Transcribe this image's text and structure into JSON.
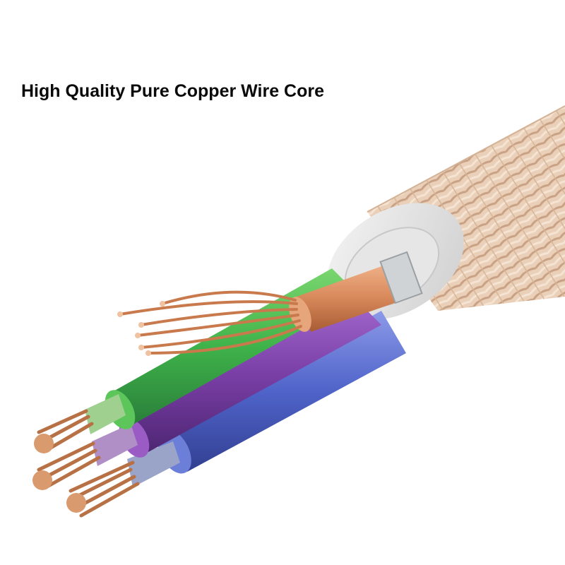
{
  "headline": "High Quality Pure Copper Wire Core",
  "colors": {
    "background": "#ffffff",
    "text": "#0a0a0a",
    "braid": "#e8c9b0",
    "braid_dark": "#cda58a",
    "inner_ring": "#dcdcdc",
    "core_copper": "#d98a5c",
    "wire_green": "#3fb34a",
    "wire_purple": "#7a3fa6",
    "wire_blue": "#4f63c9",
    "copper_strand": "#c97a4c"
  },
  "illustration": {
    "subject": "braided-cable-cross-section-icon",
    "wires": [
      "green-insulated-wire",
      "purple-insulated-wire",
      "blue-insulated-wire",
      "copper-core-wire"
    ]
  }
}
